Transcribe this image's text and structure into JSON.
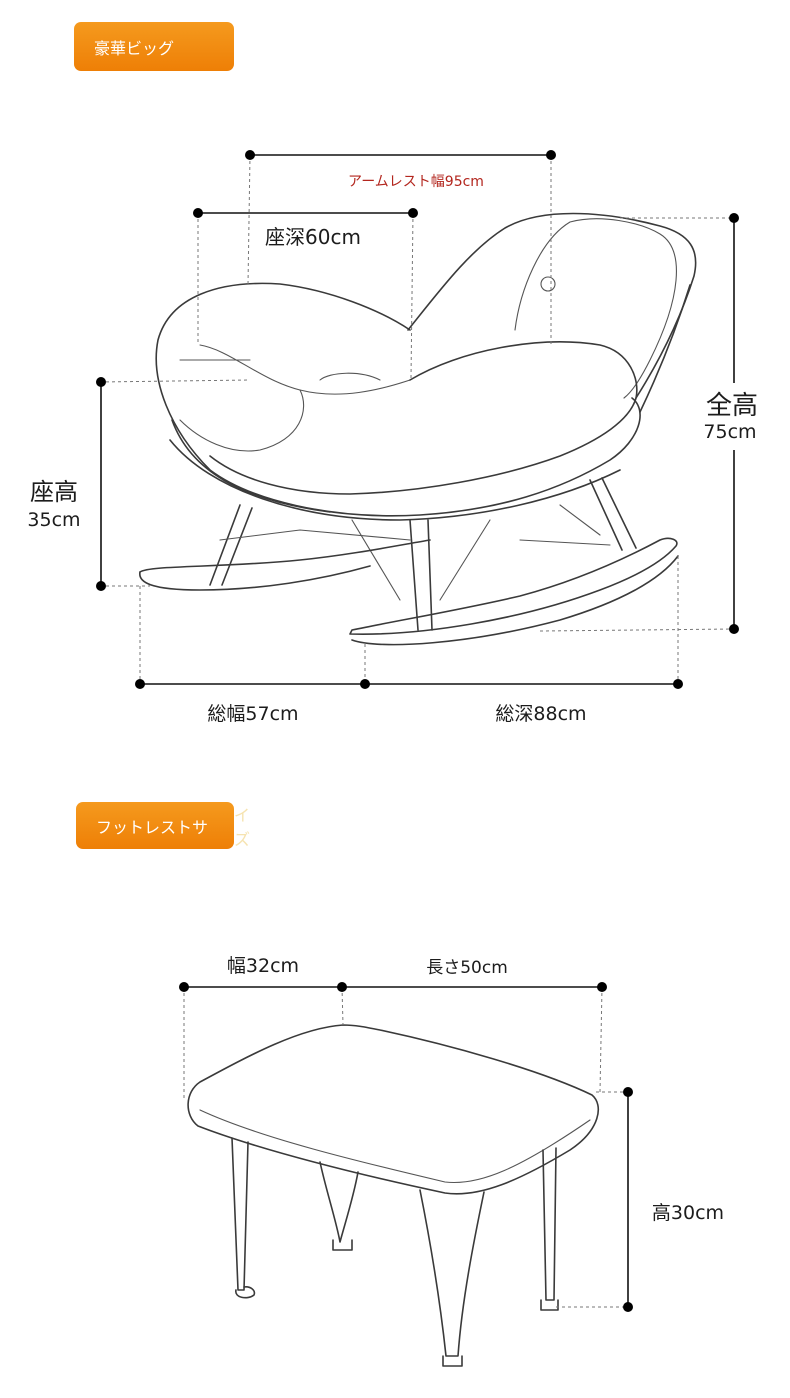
{
  "sections": {
    "chair_tag": "豪華ビッグ",
    "footrest_tag_main": "フットレストサ",
    "footrest_tag_faded": "イズ"
  },
  "chair": {
    "armrest_width": "アームレスト幅95cm",
    "seat_depth": "座深60cm",
    "total_height_label": "全高",
    "total_height_value": "75cm",
    "seat_height_label": "座高",
    "seat_height_value": "35cm",
    "total_width": "総幅57cm",
    "total_depth": "総深88cm"
  },
  "footrest": {
    "width": "幅32cm",
    "length": "長さ50cm",
    "height": "高30cm"
  },
  "colors": {
    "tag_orange": "#f08a0c",
    "armrest_label_red": "#b3261e"
  }
}
